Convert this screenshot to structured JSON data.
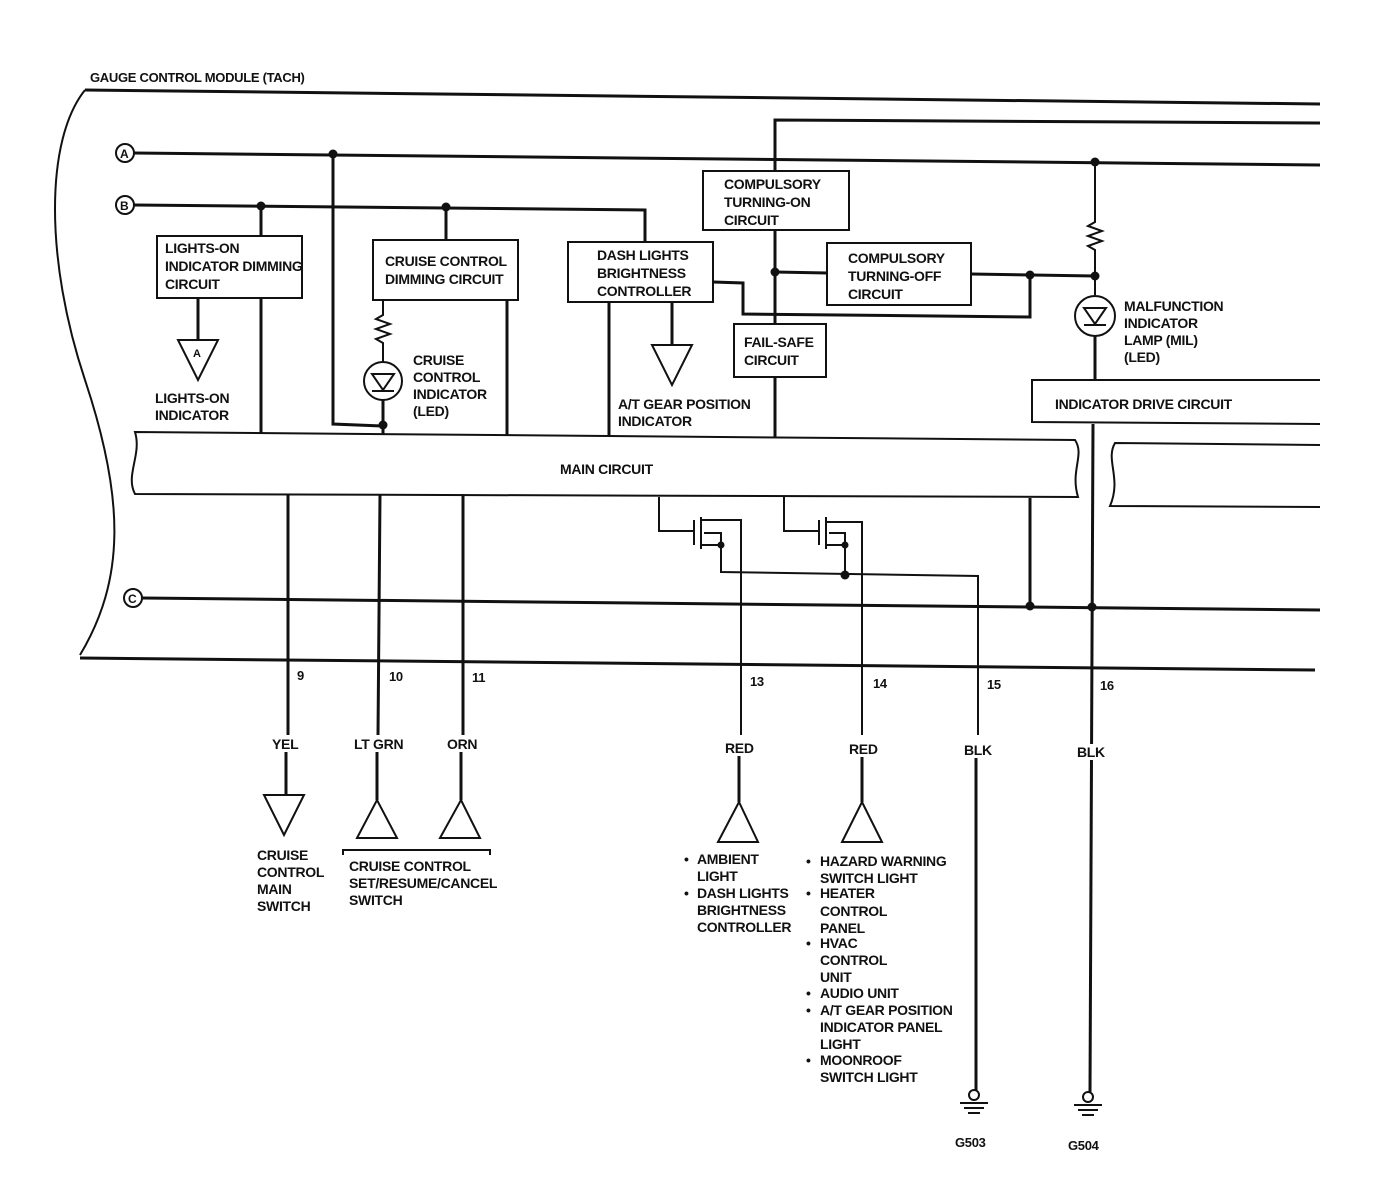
{
  "module_title": "GAUGE CONTROL MODULE (TACH)",
  "buses": {
    "a": "A",
    "b": "B",
    "c": "C"
  },
  "blocks": {
    "lights_on_dimming": [
      "LIGHTS-ON",
      "INDICATOR DIMMING",
      "CIRCUIT"
    ],
    "cruise_dimming": [
      "CRUISE CONTROL",
      "DIMMING CIRCUIT"
    ],
    "dash_brightness": [
      "DASH LIGHTS",
      "BRIGHTNESS",
      "CONTROLLER"
    ],
    "compulsory_on": [
      "COMPULSORY",
      "TURNING-ON",
      "CIRCUIT"
    ],
    "compulsory_off": [
      "COMPULSORY",
      "TURNING-OFF",
      "CIRCUIT"
    ],
    "fail_safe": [
      "FAIL-SAFE",
      "CIRCUIT"
    ],
    "indicator_drive": "INDICATOR DRIVE CIRCUIT",
    "main_circuit": "MAIN CIRCUIT"
  },
  "indicators": {
    "lights_on_triangle": "A",
    "lights_on": [
      "LIGHTS-ON",
      "INDICATOR"
    ],
    "cruise_indicator": [
      "CRUISE",
      "CONTROL",
      "INDICATOR",
      "(LED)"
    ],
    "at_gear": [
      "A/T GEAR POSITION",
      "INDICATOR"
    ],
    "mil": [
      "MALFUNCTION",
      "INDICATOR",
      "LAMP (MIL)",
      "(LED)"
    ]
  },
  "pins": [
    {
      "number": "9",
      "wire": "YEL"
    },
    {
      "number": "10",
      "wire": "LT GRN"
    },
    {
      "number": "11",
      "wire": "ORN"
    },
    {
      "number": "13",
      "wire": "RED"
    },
    {
      "number": "14",
      "wire": "RED"
    },
    {
      "number": "15",
      "wire": "BLK"
    },
    {
      "number": "16",
      "wire": "BLK"
    }
  ],
  "destinations": {
    "cruise_main": [
      "CRUISE",
      "CONTROL",
      "MAIN",
      "SWITCH"
    ],
    "cruise_set": [
      "CRUISE CONTROL",
      "SET/RESUME/CANCEL",
      "SWITCH"
    ],
    "pin13_items": [
      [
        "AMBIENT",
        "LIGHT"
      ],
      [
        "DASH LIGHTS",
        "BRIGHTNESS",
        "CONTROLLER"
      ]
    ],
    "pin14_items": [
      [
        "HAZARD WARNING",
        "SWITCH LIGHT"
      ],
      [
        "HEATER",
        "CONTROL",
        "PANEL"
      ],
      [
        "HVAC",
        "CONTROL",
        "UNIT"
      ],
      [
        "AUDIO UNIT"
      ],
      [
        "A/T GEAR POSITION",
        "INDICATOR PANEL",
        "LIGHT"
      ],
      [
        "MOONROOF",
        "SWITCH LIGHT"
      ]
    ]
  },
  "grounds": {
    "g503": "G503",
    "g504": "G504"
  }
}
